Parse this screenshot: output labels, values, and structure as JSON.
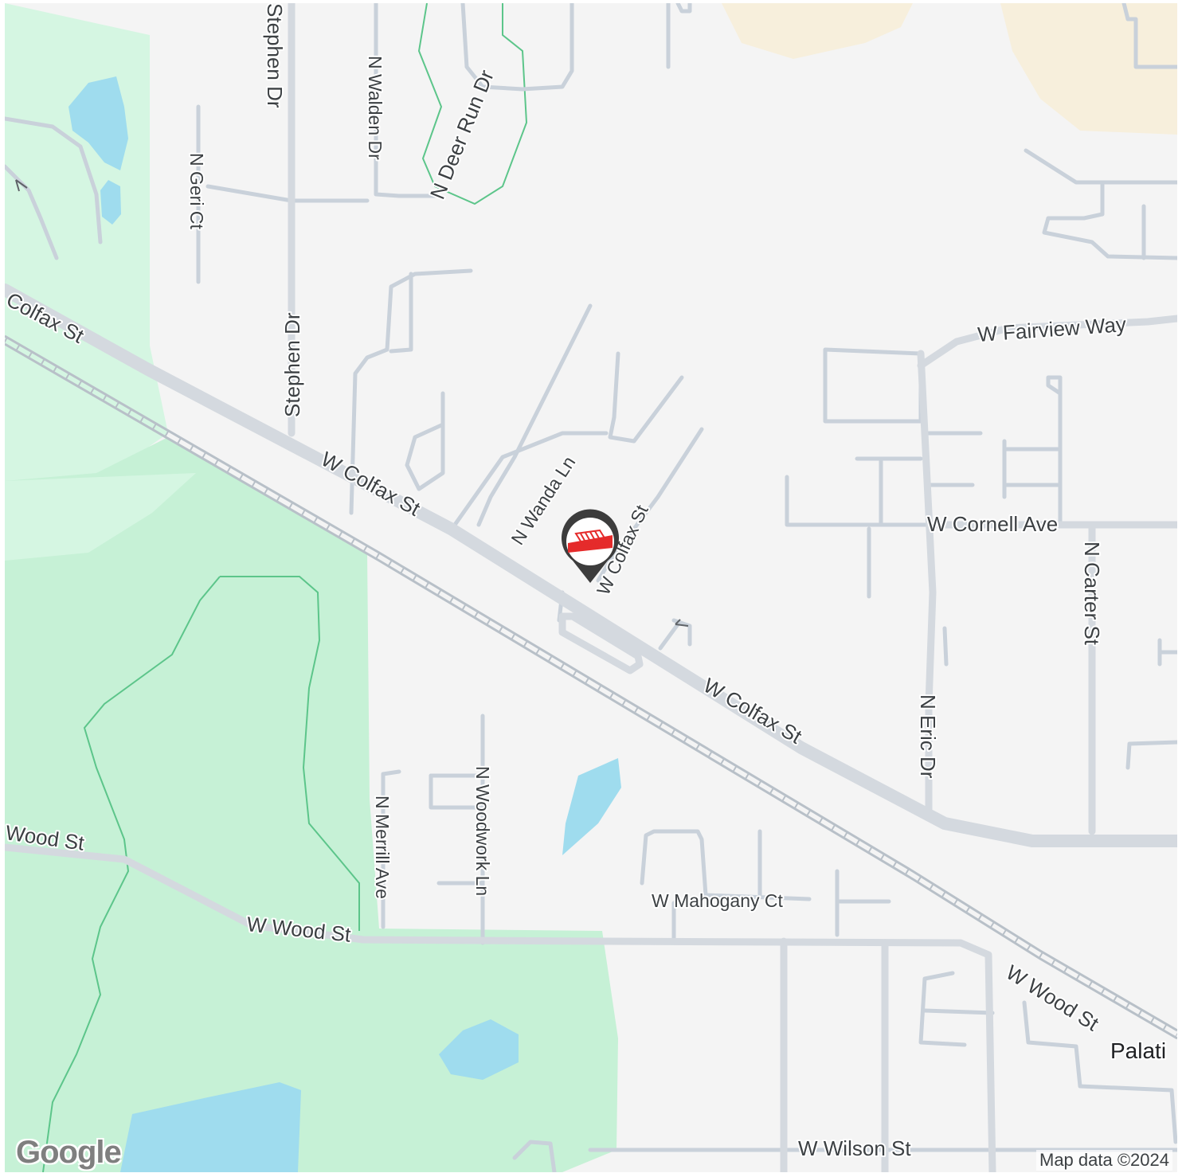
{
  "map": {
    "colors": {
      "background": "#f4f4f4",
      "park": "#c6f1d6",
      "park_light": "#d5f6e2",
      "water": "#9fdcee",
      "sand": "#f7efdc",
      "road": "#d4d9df",
      "road_minor": "#c9d1da",
      "rail": "#b8c0c8",
      "trail": "#5cc58a",
      "marker": "#3c3c3c",
      "marker_accent": "#e52b2b"
    },
    "labels": {
      "colfax_west": "Colfax St",
      "colfax_mid": "W Colfax St",
      "colfax_east": "W Colfax St",
      "colfax_branch": "W Colfax St",
      "stephen_north": "Stephen Dr",
      "stephen_south": "Stephen Dr",
      "walden": "N Walden Dr",
      "deer_run": "N Deer Run Dr",
      "geri": "N Geri Ct",
      "wanda": "N Wanda Ln",
      "fairview": "W Fairview Way",
      "cornell": "W Cornell Ave",
      "carter": "N Carter St",
      "eric": "N Eric Dr",
      "wood_west": "Wood St",
      "wood_mid": "W Wood St",
      "wood_east": "W Wood St",
      "merrill": "N Merrill Ave",
      "woodwork": "N Woodwork Ln",
      "mahogany": "W Mahogany Ct",
      "wilson": "W Wilson St",
      "city": "Palati"
    },
    "marker_icon": "store-location-pin-icon",
    "attribution": "Map data ©2024",
    "logo": "Google"
  }
}
